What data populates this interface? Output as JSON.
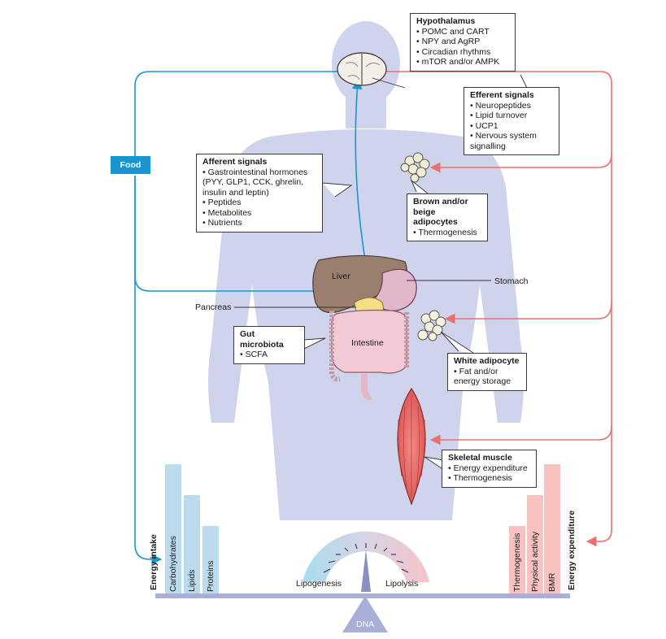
{
  "hypothalamus": {
    "title": "Hypothalamus",
    "items": [
      "POMC and CART",
      "NPY and AgRP",
      "Circadian rhythms",
      "mTOR and/or AMPK"
    ]
  },
  "efferent": {
    "title": "Efferent signals",
    "items": [
      "Neuropeptides",
      "Lipid turnover",
      "UCP1",
      "Nervous system signalling"
    ]
  },
  "afferent": {
    "title": "Afferent signals",
    "items": [
      "Gastrointestinal hormones (PYY, GLP1, CCK, ghrelin, insulin and leptin)",
      "Peptides",
      "Metabolites",
      "Nutrients"
    ]
  },
  "brown": {
    "title": "Brown and/or beige adipocytes",
    "items": [
      "Thermogenesis"
    ]
  },
  "gut": {
    "title": "Gut microbiota",
    "items": [
      "SCFA"
    ]
  },
  "white": {
    "title": "White adipocyte",
    "items": [
      "Fat and/or energy storage"
    ]
  },
  "muscle": {
    "title": "Skeletal muscle",
    "items": [
      "Energy expenditure",
      "Thermogenesis"
    ]
  },
  "labels": {
    "food": "Food",
    "liver": "Liver",
    "stomach": "Stomach",
    "pancreas": "Pancreas",
    "intestine": "Intestine",
    "lipogenesis": "Lipogenesis",
    "lipolysis": "Lipolysis",
    "dna": "DNA"
  },
  "intake": {
    "axis": "Energy intake",
    "bars": [
      "Carbohydrates",
      "Lipids",
      "Proteins"
    ]
  },
  "expenditure": {
    "axis": "Energy expenditure",
    "bars": [
      "Thermogenesis",
      "Physical activity",
      "BMR"
    ]
  },
  "colors": {
    "body": "#cfd3ec",
    "blue": "#1a96cf",
    "red": "#e8706f",
    "intake_bar": "#bcdcee",
    "expend_bar": "#f7c2c0",
    "scale": "#a9afd6"
  }
}
